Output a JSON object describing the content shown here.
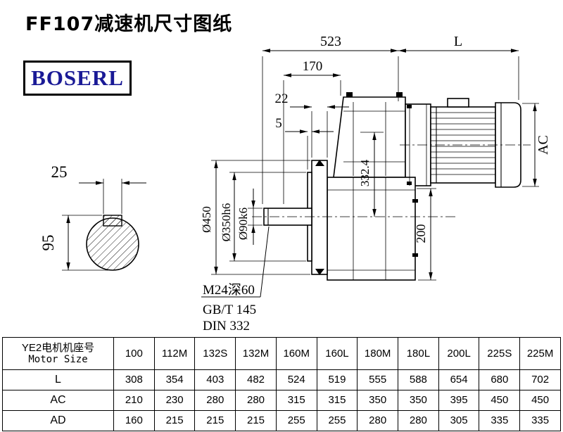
{
  "header": {
    "title": "FF107减速机尺寸图纸",
    "brand": "BOSERL"
  },
  "drawing": {
    "dims": {
      "overall_length": "523",
      "motor_length": "L",
      "dim170": "170",
      "dim22": "22",
      "dim5": "5",
      "motor_diameter": "AC",
      "dim332": "332.4",
      "dim200": "200",
      "flange_od": "Ø450",
      "spigot_dia": "Ø350h6",
      "shaft_dia": "Ø90k6",
      "key_width": "25",
      "shaft_section_height": "95"
    },
    "notes": {
      "tap": "M24深60",
      "std_gb": "GB/T 145",
      "std_din": "DIN 332"
    }
  },
  "table": {
    "row_header_cn": "YE2电机机座号",
    "row_header_en": "Motor Size",
    "columns": [
      "100",
      "112M",
      "132S",
      "132M",
      "160M",
      "160L",
      "180M",
      "180L",
      "200L",
      "225S",
      "225M"
    ],
    "rows": [
      {
        "label": "L",
        "values": [
          "308",
          "354",
          "403",
          "482",
          "524",
          "519",
          "555",
          "588",
          "654",
          "680",
          "702"
        ]
      },
      {
        "label": "AC",
        "values": [
          "210",
          "230",
          "280",
          "280",
          "315",
          "315",
          "350",
          "350",
          "395",
          "450",
          "450"
        ]
      },
      {
        "label": "AD",
        "values": [
          "160",
          "215",
          "215",
          "215",
          "255",
          "255",
          "280",
          "280",
          "305",
          "335",
          "335"
        ]
      }
    ]
  },
  "colors": {
    "brand_text": "#1a1a96",
    "line": "#000000"
  }
}
